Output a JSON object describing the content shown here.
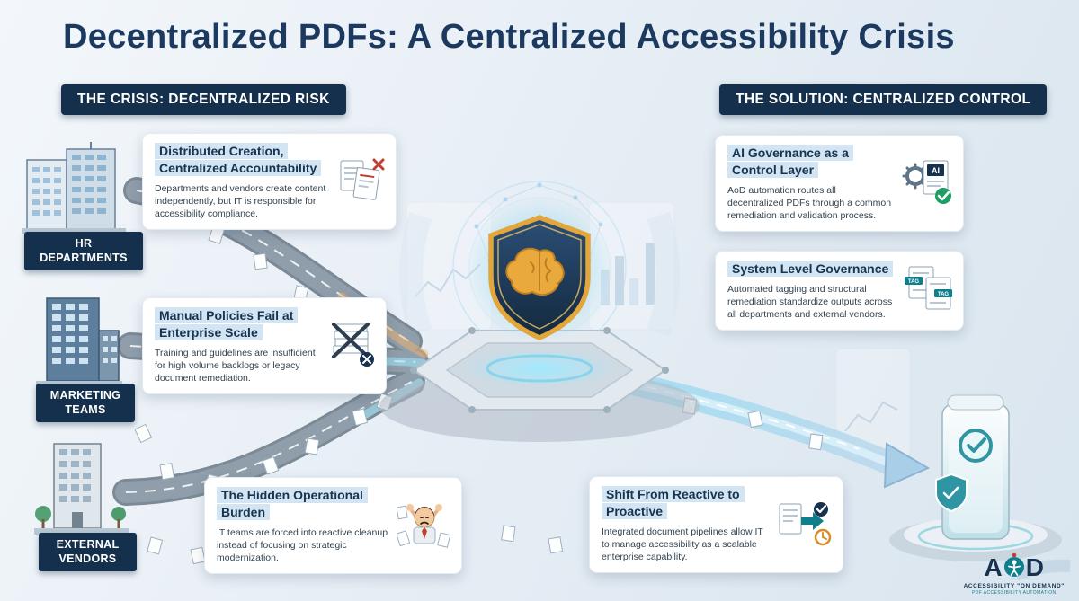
{
  "page": {
    "title": "Decentralized PDFs: A Centralized Accessibility Crisis"
  },
  "crisis": {
    "header": "THE CRISIS: DECENTRALIZED RISK",
    "sources": [
      {
        "label": "HR\nDEPARTMENTS"
      },
      {
        "label": "MARKETING\nTEAMS"
      },
      {
        "label": "EXTERNAL\nVENDORS"
      }
    ],
    "cards": [
      {
        "title": "Distributed Creation, Centralized Accountability",
        "body": "Departments and vendors create content independently, but IT is responsible for accessibility compliance."
      },
      {
        "title": "Manual Policies Fail at Enterprise Scale",
        "body": "Training and guidelines are insufficient for high volume backlogs or legacy document remediation."
      },
      {
        "title": "The Hidden Operational Burden",
        "body": "IT teams are forced into reactive cleanup instead of focusing on strategic modernization."
      }
    ]
  },
  "solution": {
    "header": "THE SOLUTION: CENTRALIZED CONTROL",
    "cards": [
      {
        "title": "AI Governance as a Control Layer",
        "body": "AoD automation routes all decentralized PDFs through a common remediation and validation process."
      },
      {
        "title": "System Level Governance",
        "body": "Automated tagging and structural remediation standardize outputs across all departments and external vendors.",
        "tag_label": "TAG"
      },
      {
        "title": "Shift From Reactive to Proactive",
        "body": "Integrated document pipelines allow IT to manage accessibility as a scalable enterprise capability."
      }
    ]
  },
  "center": {
    "icon": "shield-brain-icon",
    "ai_badge": "AI"
  },
  "icons": {
    "crisis": [
      "documents-error-icon",
      "stacked-papers-rejected-icon",
      "stressed-worker-icon"
    ],
    "solution": [
      "ai-document-gear-check-icon",
      "tagged-documents-icon",
      "pipeline-document-check-icon"
    ],
    "right": "governance-server-icon"
  },
  "logo": {
    "a": "A",
    "d": "D",
    "subtext": "ACCESSIBILITY \"ON DEMAND\"",
    "tagline": "PDF ACCESSIBILITY AUTOMATION"
  },
  "colors": {
    "navy": "#16324f",
    "teal": "#0f7f8c",
    "gold": "#e3a63b",
    "card_highlight": "#d3e4f2",
    "road": "#8b99a6",
    "glow_cyan": "#8fd9f2",
    "error_red": "#c43c2e",
    "success_green": "#1d9e63"
  }
}
